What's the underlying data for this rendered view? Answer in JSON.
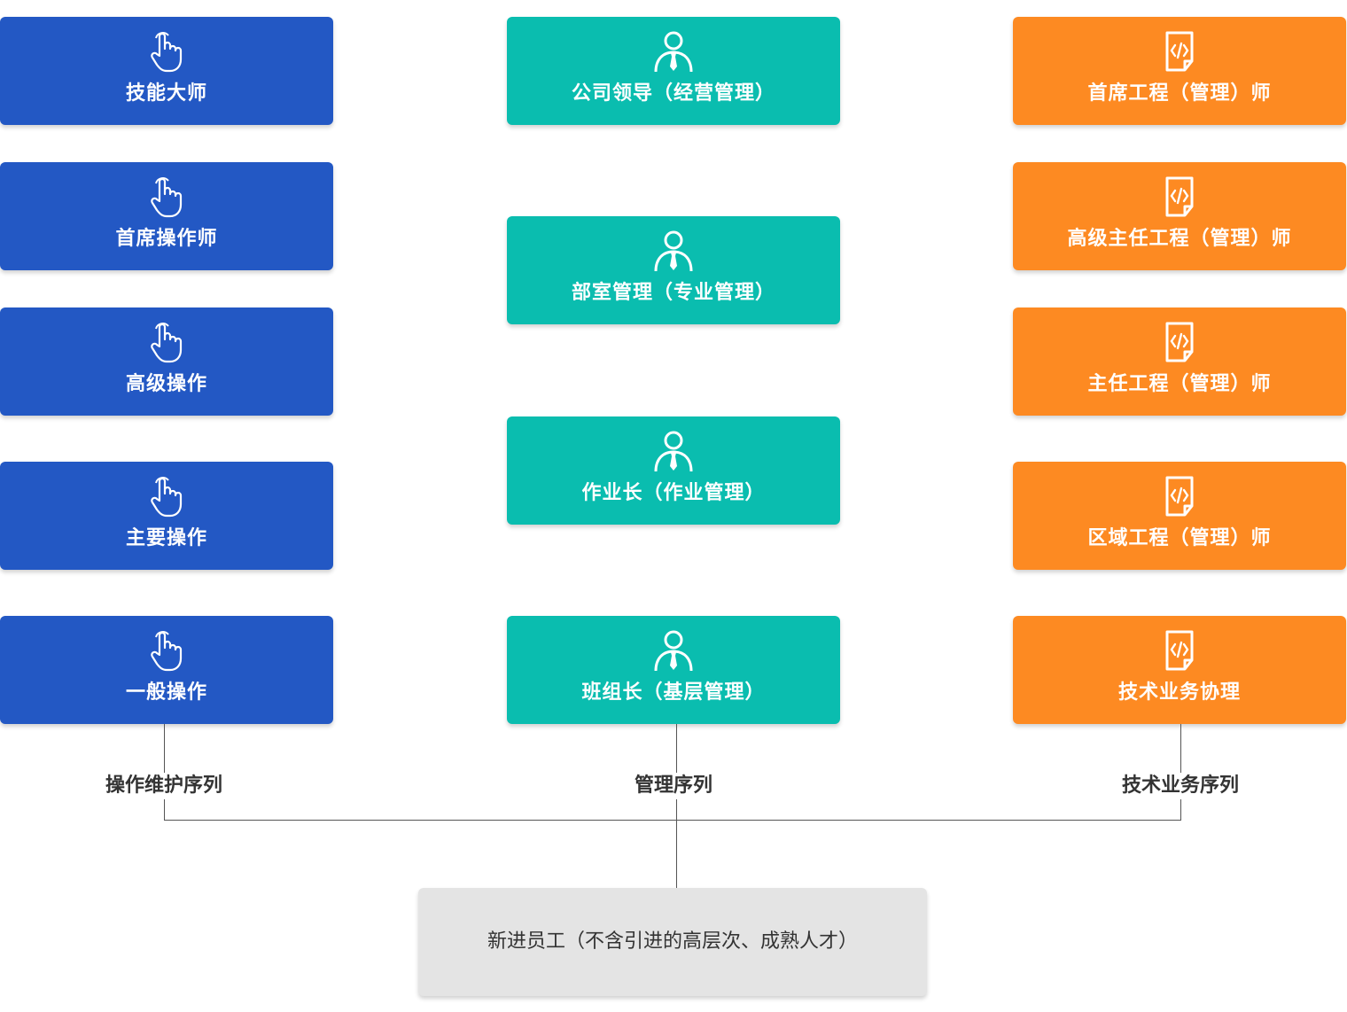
{
  "colors": {
    "operations": "#2358C4",
    "management": "#0ABDAF",
    "technical": "#FD8A22",
    "base": "#E4E4E4"
  },
  "operations": {
    "icon": "hand-pointer-icon",
    "cards": [
      "技能大师",
      "首席操作师",
      "高级操作",
      "主要操作",
      "一般操作"
    ],
    "sequence_label": "操作维护序列"
  },
  "management": {
    "icon": "manager-icon",
    "cards": [
      "公司领导（经营管理）",
      "部室管理（专业管理）",
      "作业长（作业管理）",
      "班组长（基层管理）"
    ],
    "sequence_label": "管理序列"
  },
  "technical": {
    "icon": "code-file-icon",
    "cards": [
      "首席工程（管理）师",
      "高级主任工程（管理）师",
      "主任工程（管理）师",
      "区域工程（管理）师",
      "技术业务协理"
    ],
    "sequence_label": "技术业务序列"
  },
  "base": {
    "label": "新进员工（不含引进的高层次、成熟人才）"
  }
}
